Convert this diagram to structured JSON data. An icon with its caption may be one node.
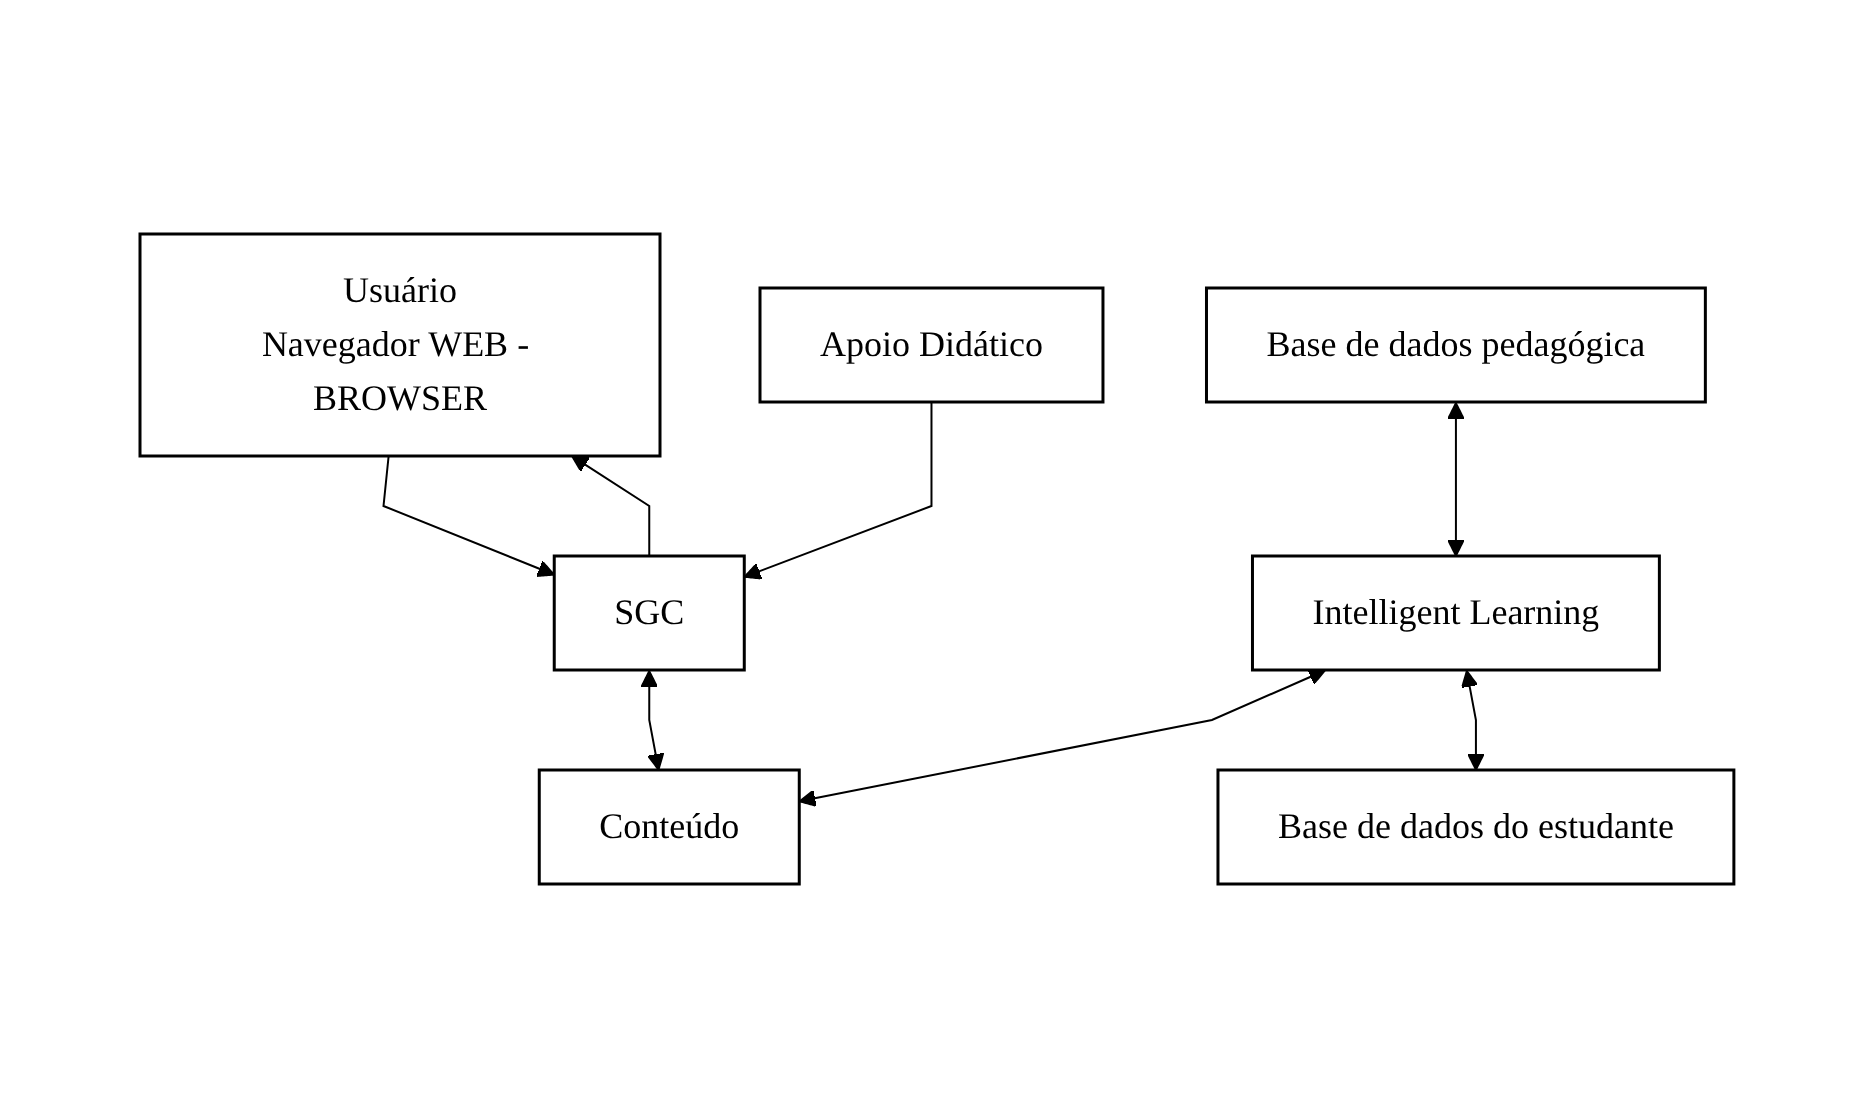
{
  "diagram": {
    "nodes": [
      {
        "text": [
          "Usuário",
          "Navegador WEB - BROWSER"
        ]
      },
      {
        "text": [
          "Base de dados pedagógica"
        ]
      },
      {
        "text": [
          "Apoio Didático"
        ]
      },
      {
        "text": [
          "SGC"
        ]
      },
      {
        "text": [
          "Conteúdo"
        ]
      },
      {
        "text": [
          "Intelligent Learning"
        ]
      },
      {
        "text": [
          "Base de dados do estudante"
        ]
      }
    ],
    "edges": [
      {
        "from": 3,
        "to": 0,
        "arrow": "to"
      },
      {
        "from": 0,
        "to": 3,
        "arrow": "to"
      },
      {
        "from": 2,
        "to": 3,
        "arrow": "to"
      },
      {
        "from": 1,
        "to": 5,
        "arrow": "both"
      },
      {
        "from": 3,
        "to": 4,
        "arrow": "both"
      },
      {
        "from": 5,
        "to": 4,
        "arrow": "both"
      },
      {
        "from": 5,
        "to": 6,
        "arrow": "both"
      }
    ]
  }
}
